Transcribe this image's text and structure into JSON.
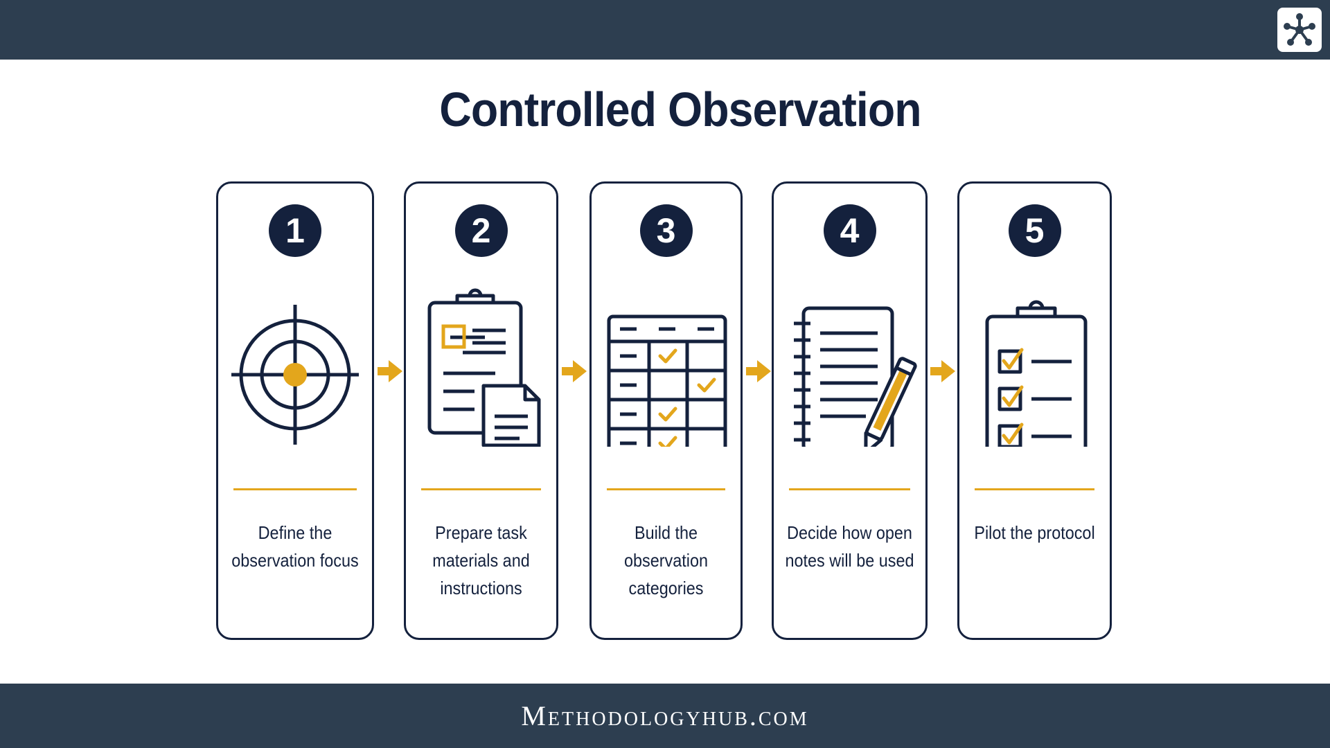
{
  "title": "Controlled Observation",
  "footer": {
    "site": "Methodologyhub.com"
  },
  "colors": {
    "navy": "#14213d",
    "header": "#2d3e50",
    "accent": "#e3a61c"
  },
  "logo": {
    "icon": "network-nodes-icon"
  },
  "steps": [
    {
      "number": "1",
      "label": "Define the observation focus",
      "icon": "target-icon"
    },
    {
      "number": "2",
      "label": "Prepare task materials and instructions",
      "icon": "clipboard-document-icon"
    },
    {
      "number": "3",
      "label": "Build the observation categories",
      "icon": "grid-checklist-icon"
    },
    {
      "number": "4",
      "label": "Decide how open notes will be used",
      "icon": "notebook-pen-icon"
    },
    {
      "number": "5",
      "label": "Pilot the protocol",
      "icon": "clipboard-checklist-icon"
    }
  ]
}
